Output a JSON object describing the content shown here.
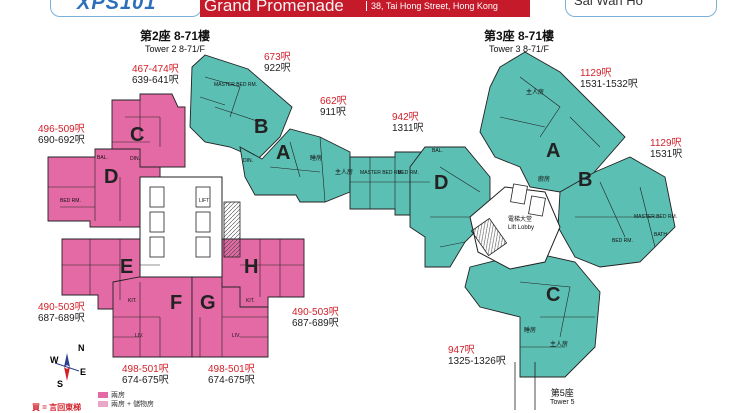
{
  "header": {
    "logo": "XPS101",
    "estate_name": "Grand Promenade",
    "address": "38, Tai Hong Street, Hong Kong",
    "right_text": "Sai Wan Ho"
  },
  "towers": [
    {
      "name_zh": "第2座 8-71樓",
      "name_en": "Tower 2 8-71/F"
    },
    {
      "name_zh": "第3座 8-71樓",
      "name_en": "Tower 3 8-71/F"
    }
  ],
  "tower5_zh": "第5座",
  "tower5_en": "Tower 5",
  "flat_sizes": [
    {
      "sqft_red": "467-474呎",
      "sqft_black": "639-641呎"
    },
    {
      "sqft_red": "673呎",
      "sqft_black": "922呎"
    },
    {
      "sqft_red": "662呎",
      "sqft_black": "911呎"
    },
    {
      "sqft_red": "496-509呎",
      "sqft_black": "690-692呎"
    },
    {
      "sqft_red": "490-503呎",
      "sqft_black": "687-689呎"
    },
    {
      "sqft_red": "490-503呎",
      "sqft_black": "687-689呎"
    },
    {
      "sqft_red": "498-501呎",
      "sqft_black": "674-675呎"
    },
    {
      "sqft_red": "498-501呎",
      "sqft_black": "674-675呎"
    },
    {
      "sqft_red": "942呎",
      "sqft_black": "1311呎"
    },
    {
      "sqft_red": "1129呎",
      "sqft_black": "1531-1532呎"
    },
    {
      "sqft_red": "1129呎",
      "sqft_black": "1531呎"
    },
    {
      "sqft_red": "947呎",
      "sqft_black": "1325-1326呎"
    }
  ],
  "unit_letters": {
    "t2": [
      "A",
      "B",
      "C",
      "D",
      "E",
      "F",
      "G",
      "H"
    ],
    "t3": [
      "A",
      "B",
      "C",
      "D"
    ]
  },
  "room_labels": {
    "master": "MASTER BED RM.",
    "bed": "BED RM.",
    "din": "DIN.",
    "liv": "LIV.",
    "kit": "KIT.",
    "bal": "BAL.",
    "bath": "BATH",
    "lift": "LIFT",
    "lobby_zh": "電梯大堂",
    "lobby_en": "Lift Lobby",
    "master_rm_zh": "主人房",
    "bed_rm_zh": "睡房",
    "kitchen_zh": "廚房"
  },
  "compass": {
    "n": "N",
    "s": "S",
    "e": "E",
    "w": "W"
  },
  "legend": [
    {
      "label": "兩房",
      "color": "#e46aa5"
    },
    {
      "label": "兩房 + 儲物房",
      "color": "#e9a6c8"
    }
  ],
  "note": "買 = 言回東梯",
  "colors": {
    "pink": "#e46aa5",
    "teal": "#5cbfb3",
    "red_text": "#d3202a"
  }
}
